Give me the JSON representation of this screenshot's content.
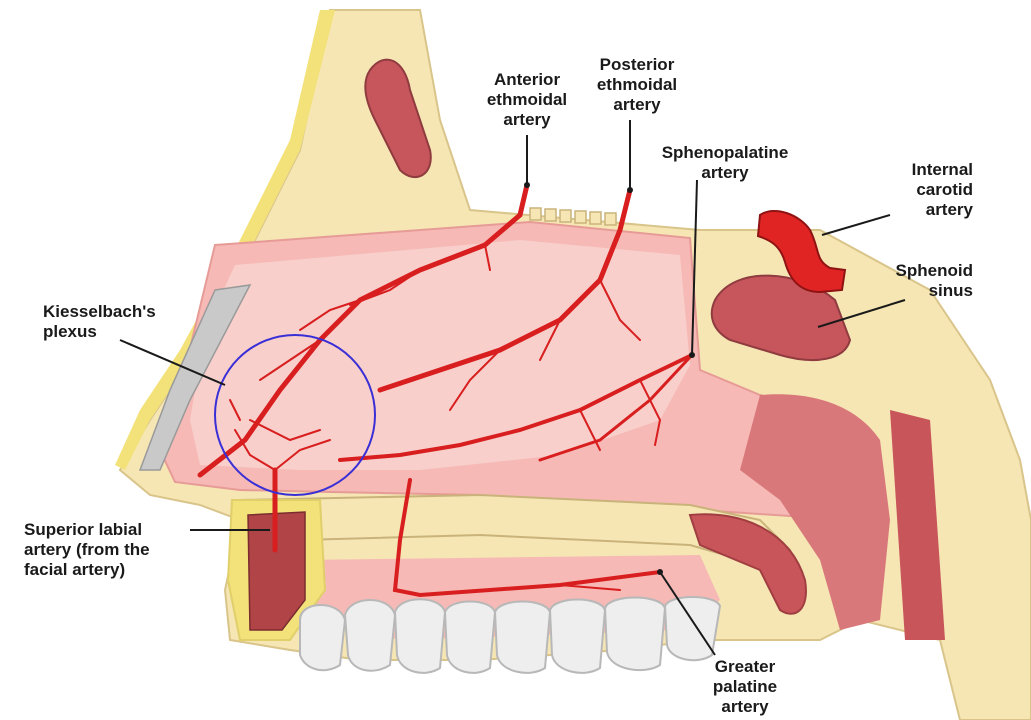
{
  "labels": {
    "anterior_ethmoidal": "Anterior\nethmoidal\nartery",
    "posterior_ethmoidal": "Posterior\nethmoidal\nartery",
    "sphenopalatine": "Sphenopalatine\nartery",
    "internal_carotid": "Internal\ncarotid\nartery",
    "sphenoid_sinus": "Sphenoid\nsinus",
    "kiesselbach": "Kiesselbach's\nplexus",
    "superior_labial": "Superior labial\nartery (from the\nfacial artery)",
    "greater_palatine": "Greater\npalatine\nartery"
  },
  "colors": {
    "artery": "#d81e1e",
    "bone": "#f5e6b4",
    "mucosa": "#f6b9b5",
    "cavity": "#f8c8c4",
    "plexus_circle": "#3a2fd6",
    "leader": "#1a1a1a"
  }
}
